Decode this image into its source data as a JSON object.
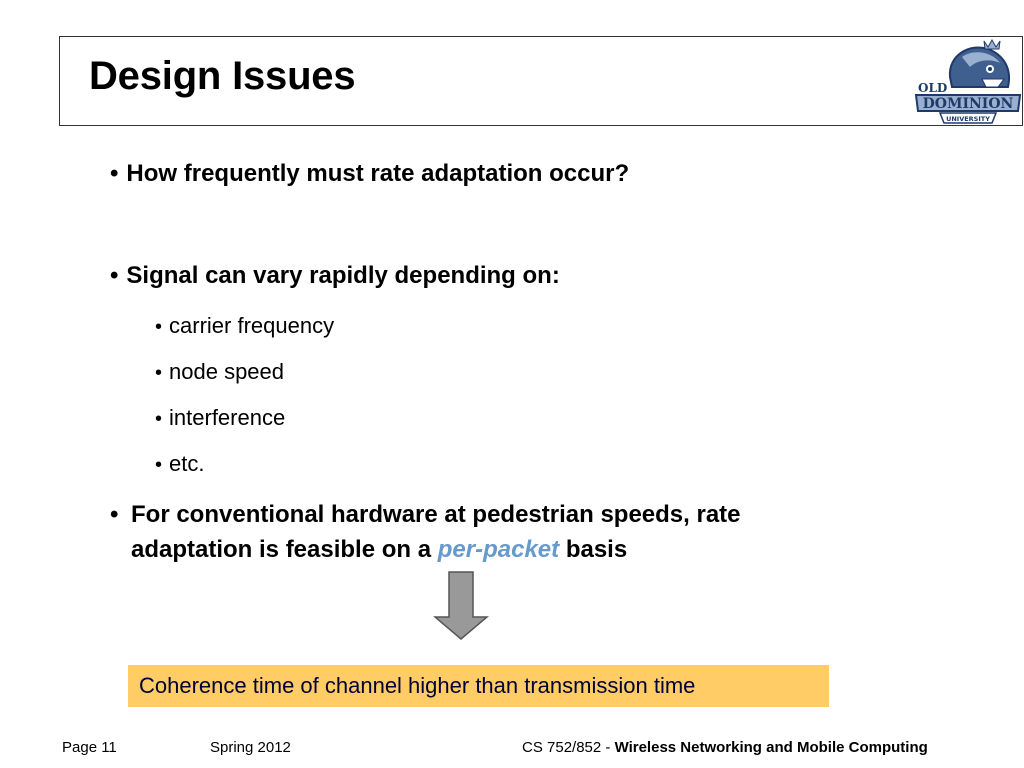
{
  "slide": {
    "title": "Design Issues",
    "bullets": [
      {
        "text": "How frequently must rate adaptation occur?"
      },
      {
        "text": "Signal can vary rapidly depending on:"
      }
    ],
    "sub_bullets": [
      "carrier frequency",
      "node speed",
      "interference",
      "etc."
    ],
    "last_bullet": {
      "line1": "For conventional hardware at pedestrian speeds, rate",
      "line2_prefix": "adaptation is feasible on a",
      "emphasis": "per-packet",
      "line2_suffix": "basis"
    },
    "callout": "Coherence time of channel higher than transmission time",
    "logo_text_top": "OLD",
    "logo_text_main": "DOMINION",
    "logo_text_sub": "UNIVERSITY"
  },
  "footer": {
    "page": "Page 11",
    "term": "Spring 2012",
    "course_prefix": "CS 752/852 -",
    "course_name": "Wireless Networking and Mobile Computing"
  },
  "colors": {
    "emphasis": "#6699cc",
    "callout_bg": "#ffcc66",
    "arrow_fill": "#999999",
    "logo_navy": "#1f3a68"
  },
  "icons": {
    "arrow": "down-arrow-icon",
    "logo": "university-logo"
  }
}
